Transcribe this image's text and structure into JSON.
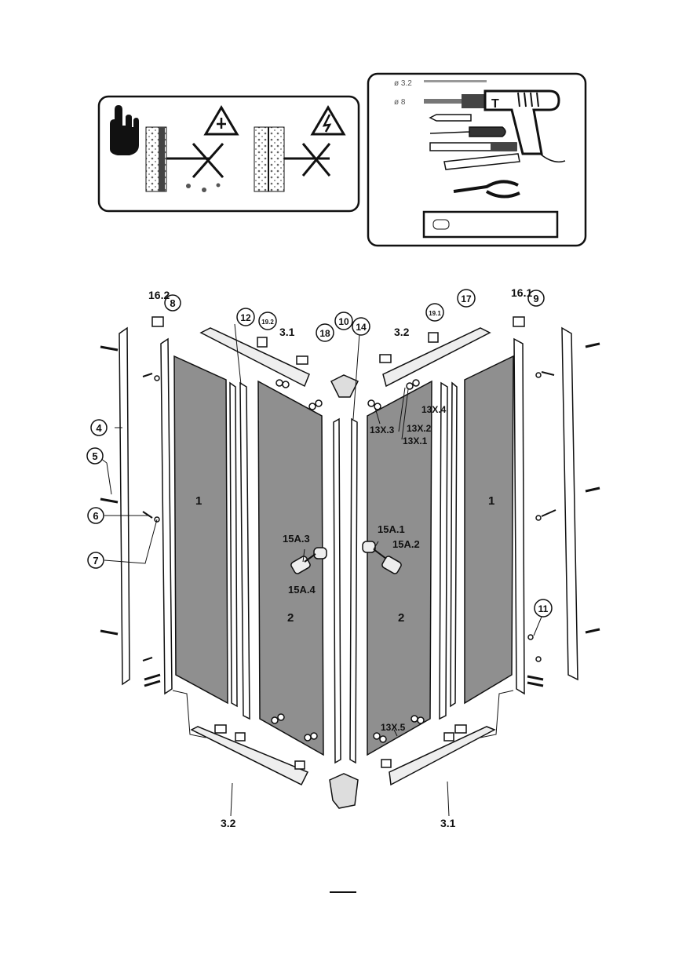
{
  "tools": {
    "drill_bit_1": "ø 3.2",
    "drill_bit_2": "ø 8",
    "drill_brand": "T"
  },
  "labels": {
    "glass_left_fixed": "1",
    "glass_right_fixed": "1",
    "glass_left_door": "2",
    "glass_right_door": "2",
    "top_rail_left": "3.1",
    "top_rail_right": "3.2",
    "bottom_rail_left": "3.2",
    "bottom_rail_right": "3.1",
    "wall_profile": "4",
    "part_5": "5",
    "part_6": "6",
    "part_7": "7",
    "part_8": "8",
    "part_9": "9",
    "part_10": "10",
    "part_11": "11",
    "part_12": "12",
    "roller_x1": "13X.1",
    "roller_x2": "13X.2",
    "roller_x3": "13X.3",
    "roller_x4": "13X.4",
    "roller_x5": "13X.5",
    "part_14": "14",
    "handle_a1": "15A.1",
    "handle_a2": "15A.2",
    "handle_a3": "15A.3",
    "handle_a4": "15A.4",
    "part_16_1": "16.1",
    "part_16_2": "16.2",
    "part_17": "17",
    "part_18": "18",
    "part_19_1": "19.1",
    "part_19_2": "19.2"
  },
  "colors": {
    "glass": "#8f8f8f",
    "line": "#111111",
    "profile": "#ffffff"
  }
}
